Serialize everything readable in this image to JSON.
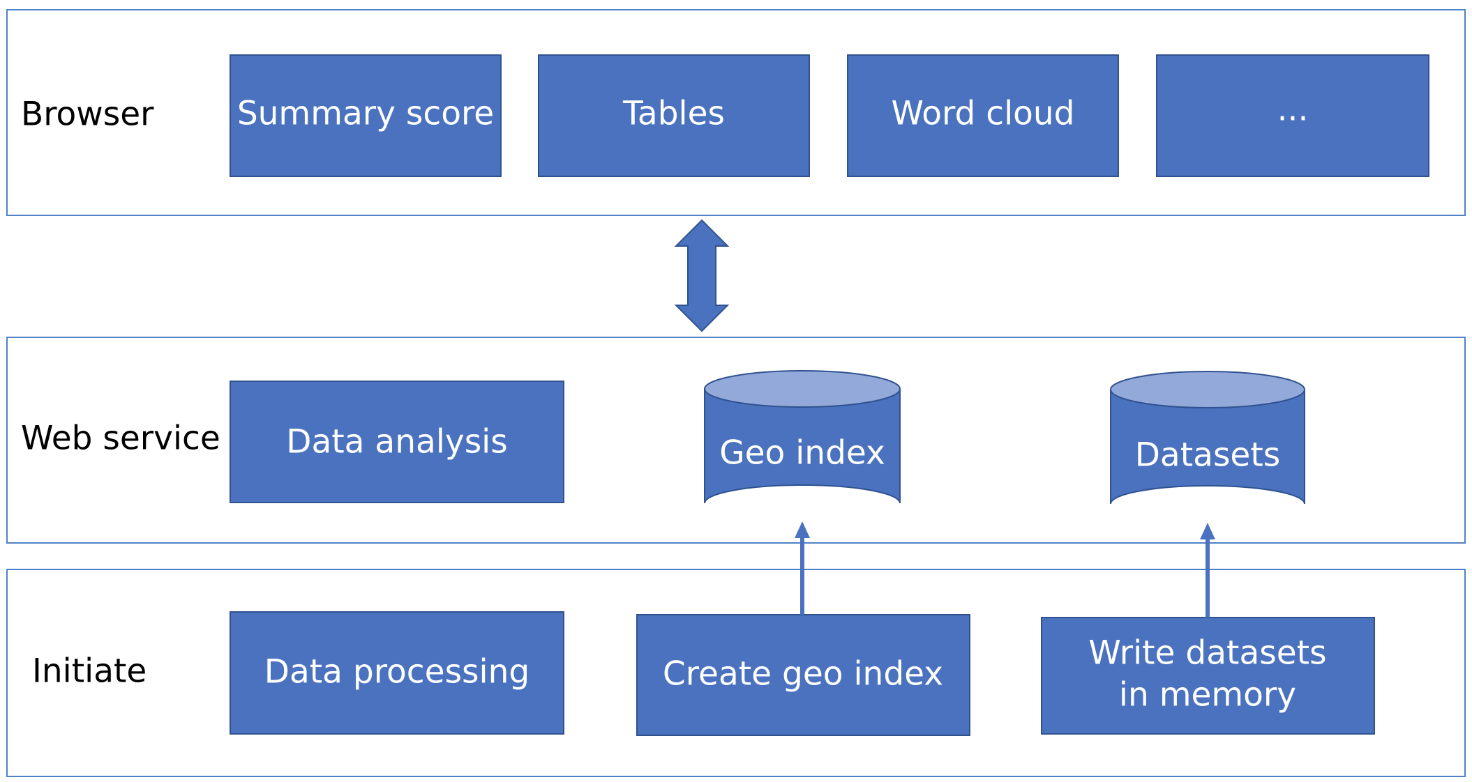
{
  "layers": {
    "browser": {
      "label": "Browser",
      "modules": [
        "Summary score",
        "Tables",
        "Word cloud",
        "..."
      ]
    },
    "web_service": {
      "label": "Web service",
      "data_analysis": "Data analysis",
      "geo_index": "Geo index",
      "datasets": "Datasets"
    },
    "initiate": {
      "label": "Initiate",
      "data_processing": "Data processing",
      "create_geo_index": "Create geo index",
      "write_datasets_line1": "Write datasets",
      "write_datasets_line2": "in memory"
    }
  },
  "colors": {
    "box_fill": "#4a72bf",
    "box_stroke": "#2f528f",
    "cylinder_top": "#93a9da",
    "layer_border": "#4f81c7"
  }
}
